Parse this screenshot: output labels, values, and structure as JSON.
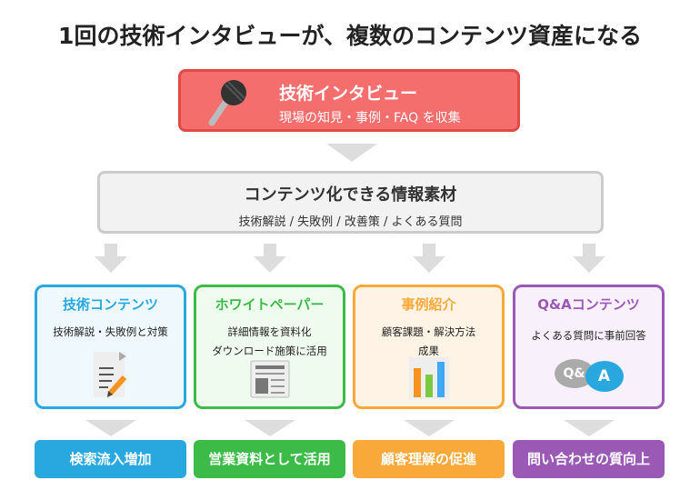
{
  "title": "1回の技術インタビューが、複数のコンテンツ資産になる",
  "source": {
    "title": "技術インタビュー",
    "subtitle": "現場の知見・事例・FAQ を収集"
  },
  "materials": {
    "title": "コンテンツ化できる情報素材",
    "subtitle": "技術解説 / 失敗例 / 改善策 / よくある質問"
  },
  "cards": [
    {
      "title": "技術コンテンツ",
      "desc1": "技術解説・失敗例と対策",
      "desc2": "",
      "result": "検索流入増加",
      "color": "#29a8e0"
    },
    {
      "title": "ホワイトペーパー",
      "desc1": "詳細情報を資料化",
      "desc2": "ダウンロード施策に活用",
      "result": "営業資料として活用",
      "color": "#3dbb48"
    },
    {
      "title": "事例紹介",
      "desc1": "顧客課題・解決方法",
      "desc2": "成果",
      "result": "顧客理解の促進",
      "color": "#f9a93a"
    },
    {
      "title": "Q&Aコンテンツ",
      "desc1": "よくある質問に事前回答",
      "desc2": "",
      "result": "問い合わせの質向上",
      "color": "#9b59b6"
    }
  ],
  "qa_icon": {
    "q": "Q&",
    "a": "A"
  }
}
